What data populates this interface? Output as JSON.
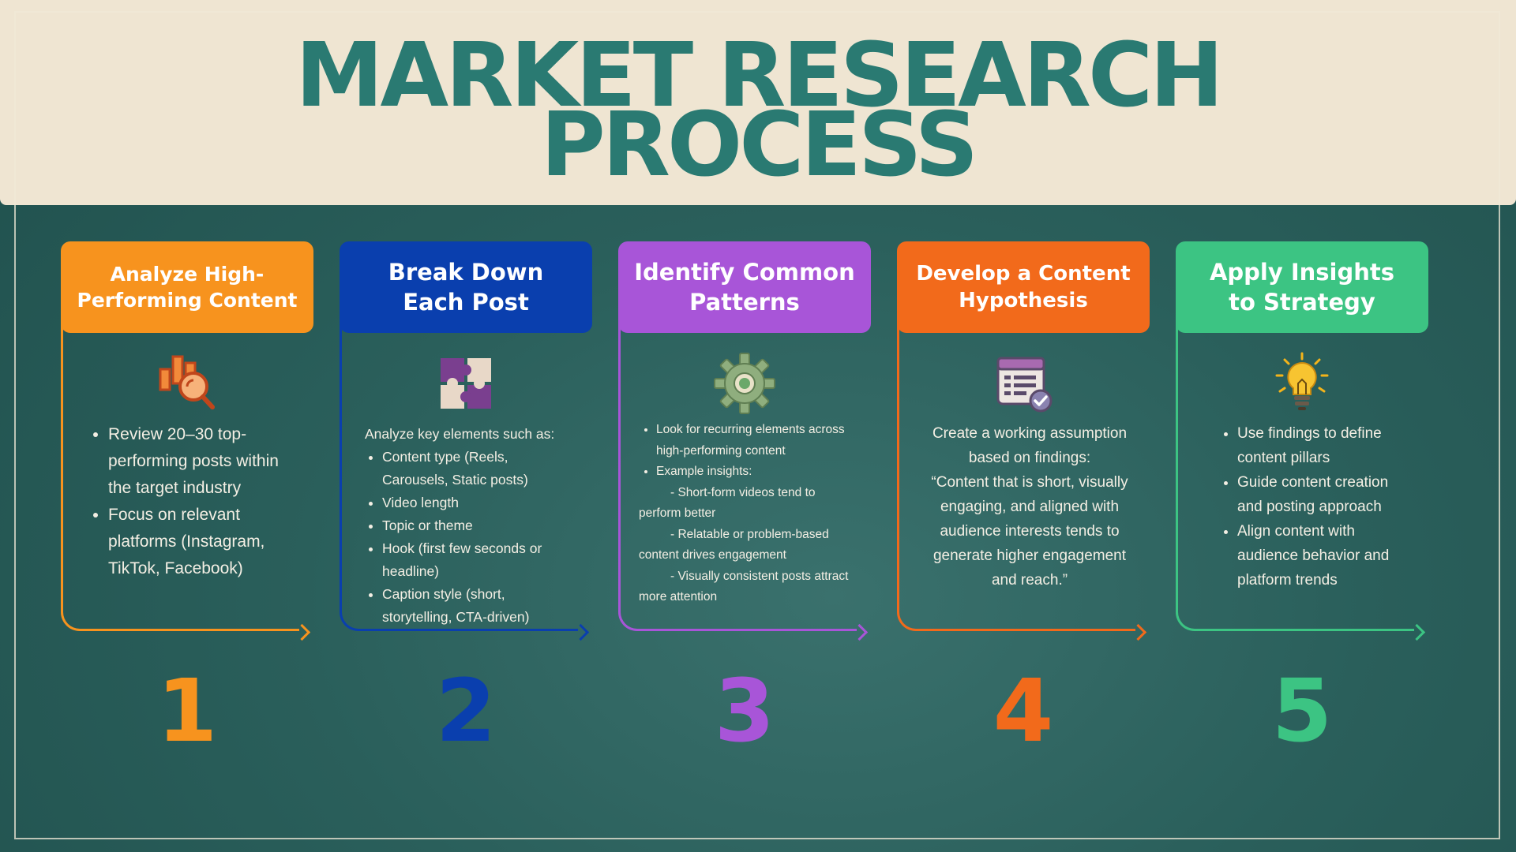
{
  "title": {
    "line1": "MARKET RESEARCH",
    "line2": "PROCESS"
  },
  "colors": {
    "background": "#2a5f5b",
    "header_bg": "#efe5d2",
    "title": "#2a7a72",
    "step1": "#f7931e",
    "step2": "#0a3fae",
    "step3": "#a855d8",
    "step4": "#f26a1b",
    "step5": "#3cc483"
  },
  "steps": [
    {
      "heading": [
        "Analyze High-",
        "Performing Content"
      ],
      "icon": "bar-chart-magnifier-icon",
      "bullets": [
        "Review 20–30 top-performing posts within the target industry",
        "Focus on relevant platforms (Instagram, TikTok, Facebook)"
      ],
      "number": "1"
    },
    {
      "heading": [
        "Break Down",
        "Each Post"
      ],
      "icon": "puzzle-icon",
      "intro": "Analyze key elements such as:",
      "bullets": [
        "Content type (Reels, Carousels, Static posts)",
        "Video length",
        "Topic or theme",
        "Hook (first few seconds or headline)",
        "Caption style (short, storytelling, CTA-driven)"
      ],
      "number": "2"
    },
    {
      "heading": [
        "Identify Common",
        "Patterns"
      ],
      "icon": "gear-icon",
      "bullets": [
        "Look for recurring elements across high-performing content",
        "Example insights:"
      ],
      "insights": [
        "- Short-form videos tend to perform better",
        "- Relatable or problem-based content drives engagement",
        "- Visually consistent posts attract more attention"
      ],
      "number": "3"
    },
    {
      "heading": [
        "Develop a Content",
        "Hypothesis"
      ],
      "icon": "calendar-check-icon",
      "paragraph": "Create a working assumption based on findings:",
      "quote": "“Content that is short, visually engaging, and aligned with audience interests tends to generate higher engagement and reach.”",
      "number": "4"
    },
    {
      "heading": [
        "Apply Insights",
        "to Strategy"
      ],
      "icon": "lightbulb-icon",
      "bullets": [
        "Use findings to define content pillars",
        "Guide content creation and posting approach",
        "Align content with audience behavior and platform trends"
      ],
      "number": "5"
    }
  ]
}
